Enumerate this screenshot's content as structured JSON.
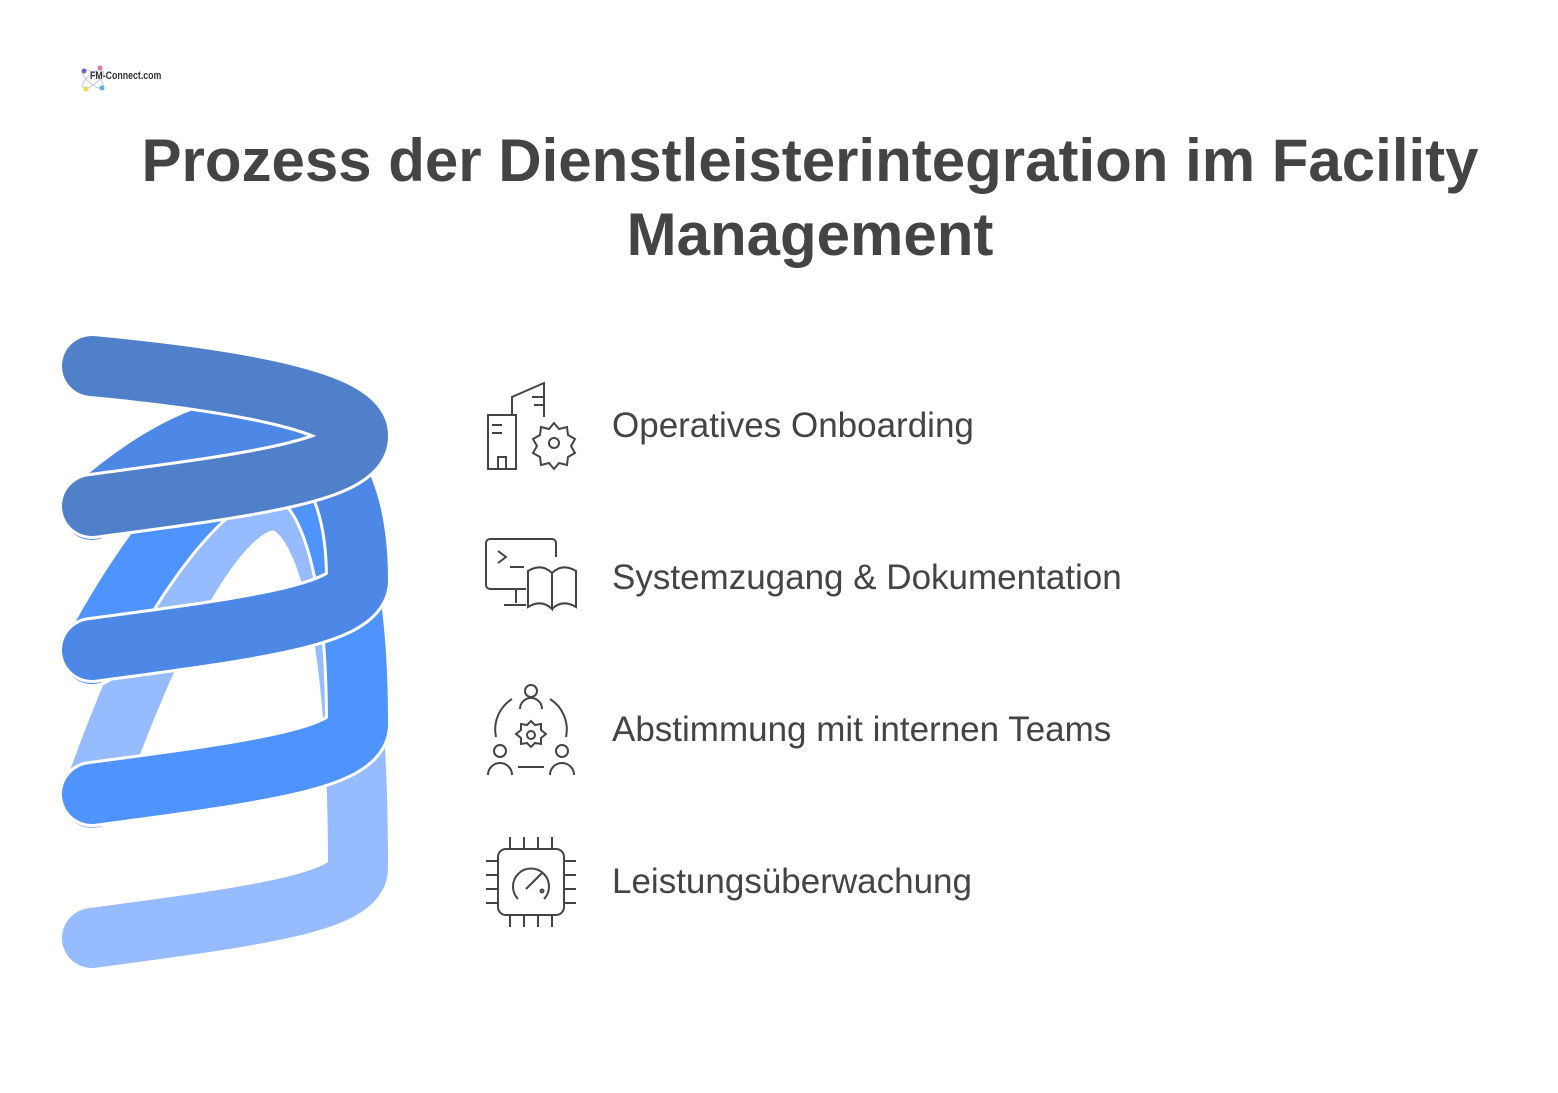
{
  "logo": {
    "text": "FM-Connect.com"
  },
  "title": "Prozess der Dienstleisterintegration im Facility Management",
  "colors": {
    "text": "#444444",
    "coil": [
      "#5080CA",
      "#4D88E6",
      "#4F93FF",
      "#97BBFF"
    ]
  },
  "items": [
    {
      "label": "Operatives Onboarding",
      "icon": "building-gear-icon"
    },
    {
      "label": "Systemzugang & Dokumentation",
      "icon": "monitor-book-icon"
    },
    {
      "label": "Abstimmung mit internen Teams",
      "icon": "team-gear-icon"
    },
    {
      "label": "Leistungsüberwachung",
      "icon": "chip-gauge-icon"
    }
  ]
}
